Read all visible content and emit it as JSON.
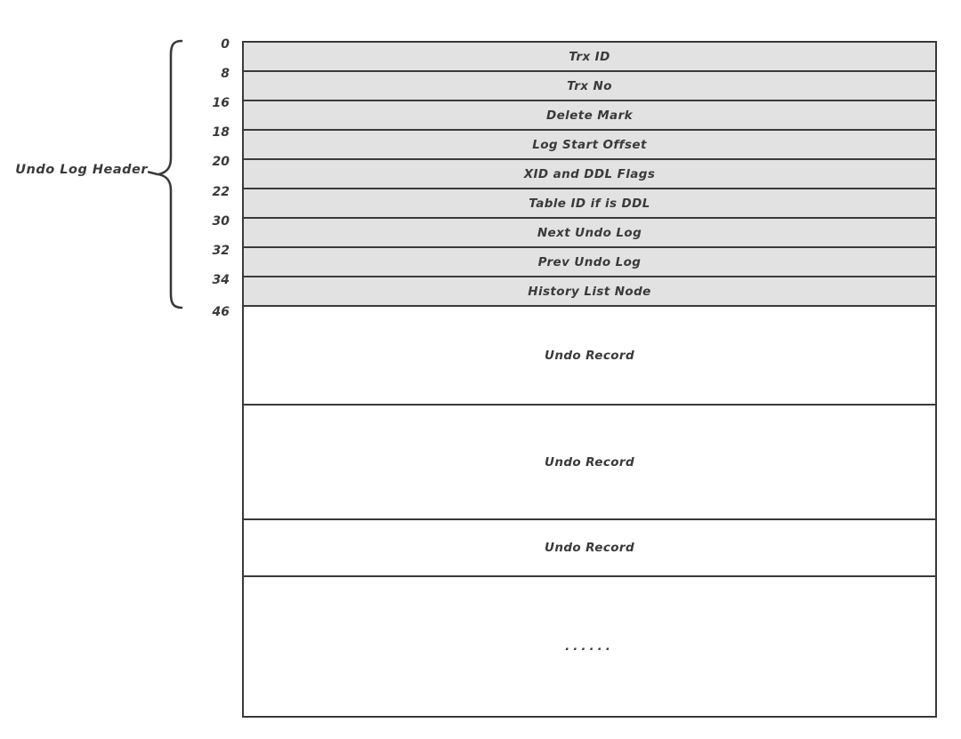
{
  "diagram": {
    "brace_label": "Undo Log Header",
    "offsets": [
      "0",
      "8",
      "16",
      "18",
      "20",
      "22",
      "30",
      "32",
      "34",
      "46"
    ],
    "header_fields": [
      "Trx ID",
      "Trx No",
      "Delete Mark",
      "Log Start Offset",
      "XID and DDL Flags",
      "Table ID if is DDL",
      "Next Undo Log",
      "Prev Undo Log",
      "History List Node"
    ],
    "records": [
      "Undo Record",
      "Undo Record",
      "Undo Record",
      "......"
    ],
    "colors": {
      "header_fill": "#e2e2e2",
      "record_fill": "#ffffff",
      "border": "#3a3a3a",
      "text": "#3a3a3a",
      "background": "#ffffff"
    }
  }
}
